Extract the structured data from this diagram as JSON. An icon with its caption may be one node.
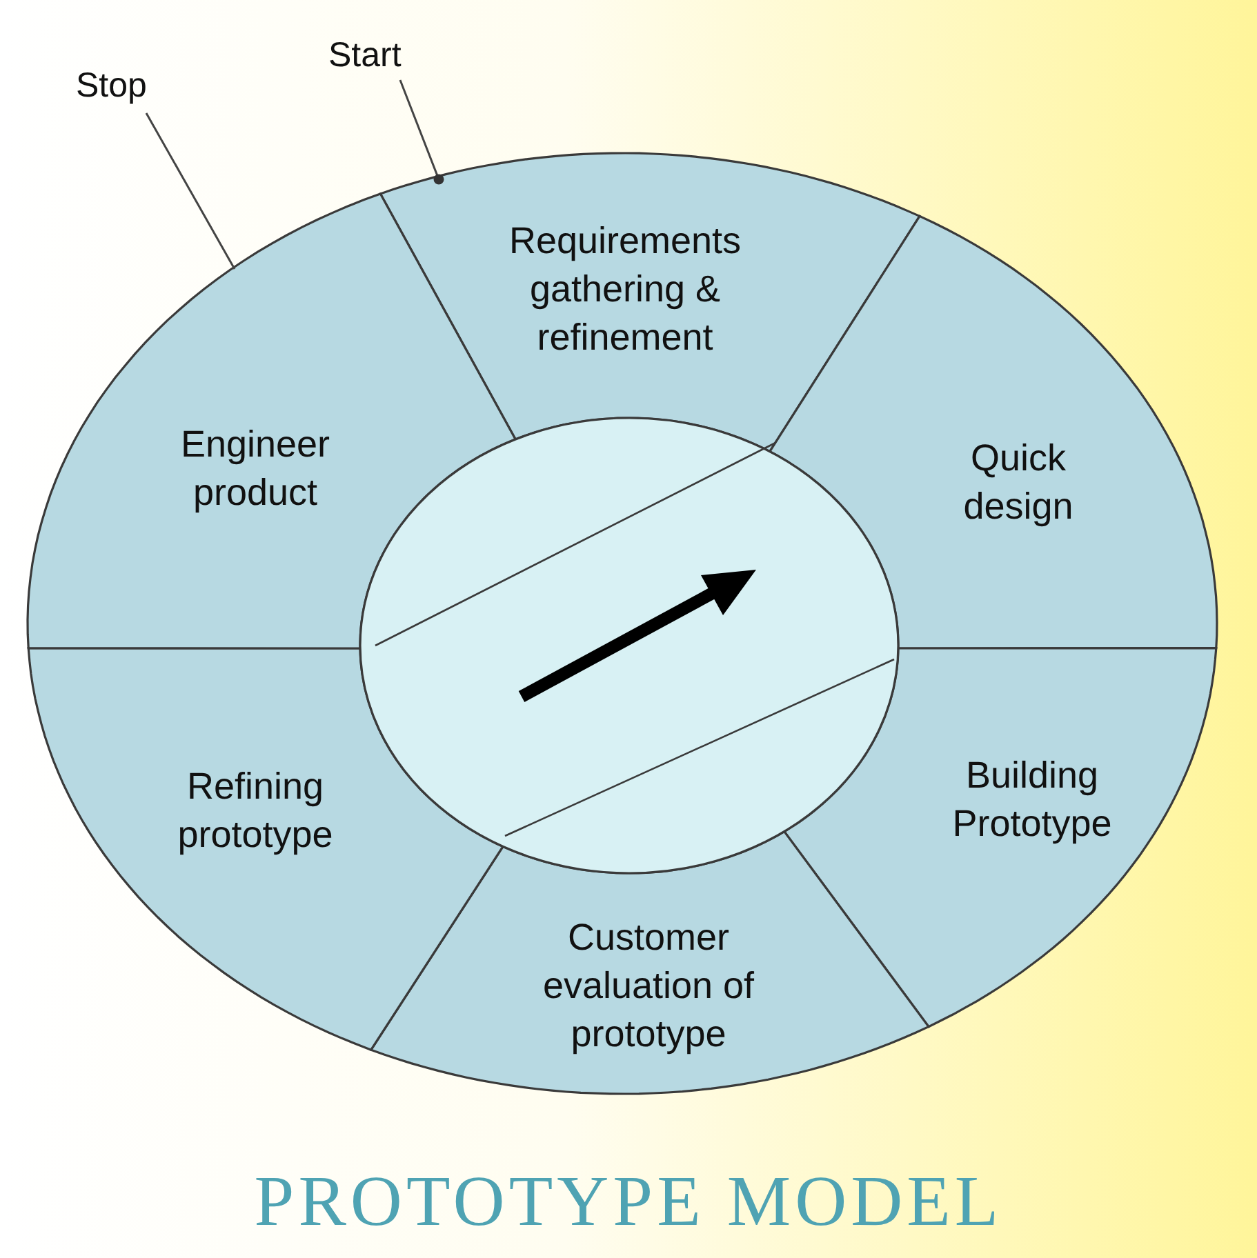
{
  "diagram": {
    "caption": "PROTOTYPE MODEL",
    "nodes": [
      {
        "text": [
          "Stop"
        ]
      },
      {
        "text": [
          "Start"
        ]
      },
      {
        "text": [
          "Requirements gathering & refinement"
        ]
      },
      {
        "text": [
          "Quick design"
        ]
      },
      {
        "text": [
          "Building Prototype"
        ]
      },
      {
        "text": [
          "Customer evaluation of prototype"
        ]
      },
      {
        "text": [
          "Refining prototype"
        ]
      },
      {
        "text": [
          "Engineer product"
        ]
      },
      {
        "text": [],
        "shape": "circle"
      }
    ],
    "edges": [
      {
        "from": 0,
        "to": 7,
        "arrow": "none"
      },
      {
        "from": 1,
        "to": 2,
        "arrow": "other"
      }
    ]
  }
}
